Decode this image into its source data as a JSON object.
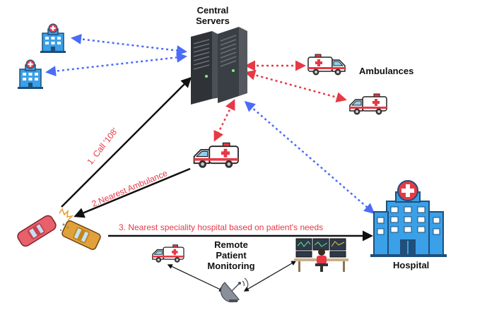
{
  "labels": {
    "central_servers_line1": "Central",
    "central_servers_line2": "Servers",
    "ambulances": "Ambulances",
    "hospital": "Hospital",
    "remote_line1": "Remote",
    "remote_line2": "Patient",
    "remote_line3": "Monitoring"
  },
  "steps": {
    "step1": "1. Call '108'",
    "step2": "2.Nearest Ambulance",
    "step3": "3. Nearest speciality hospital based on patient's needs"
  },
  "colors": {
    "step_text": "#e63946",
    "blue_link": "#4a6cf7",
    "red_link": "#e63946",
    "black_link": "#111111",
    "hospital_blue": "#3aa0e8",
    "hospital_dark": "#1f5a86",
    "server": "#2f3338"
  },
  "icons": [
    "hospital-icon",
    "server-icon",
    "ambulance-icon",
    "crashed-cars-icon",
    "satellite-dish-icon",
    "monitoring-station-icon"
  ]
}
